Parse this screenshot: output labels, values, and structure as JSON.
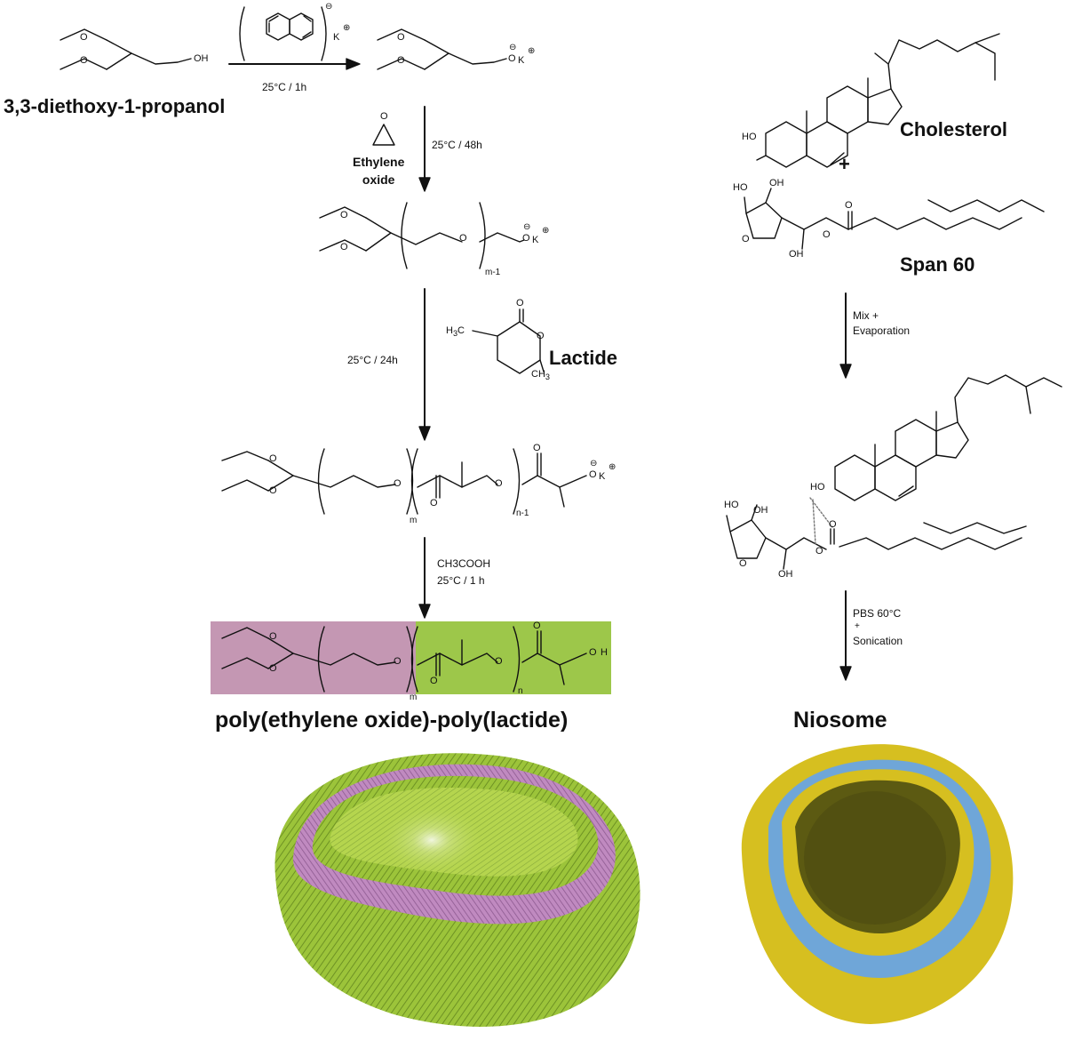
{
  "compounds": {
    "propanol": "3,3-diethoxy-1-propanol",
    "ethylene_oxide": "Ethylene\noxide",
    "lactide": "Lactide",
    "copolymer": "poly(ethylene oxide)-poly(lactide)",
    "cholesterol": "Cholesterol",
    "span60": "Span 60",
    "niosome": "Niosome",
    "plus": "+"
  },
  "conditions": {
    "step1": "25°C / 1h",
    "step2": "25°C / 48h",
    "step3": "25°C / 24h",
    "step4_reagent": "CH3COOH",
    "step4_temp": "25°C / 1 h",
    "mix": "Mix +",
    "evaporation": "Evaporation",
    "pbs": "PBS 60°C",
    "pbs_plus": "+",
    "sonication": "Sonication"
  },
  "atoms": {
    "oh": "OH",
    "o": "O",
    "k": "K",
    "plus": "⊕",
    "minus": "⊖",
    "ho": "HO",
    "h": "H",
    "ch3": "CH",
    "h3c": "H",
    "sub3": "3",
    "c_h3": "C"
  },
  "subscripts": {
    "m_minus_1": "m-1",
    "m": "m",
    "n_minus_1": "n-1",
    "n": "n"
  },
  "colors": {
    "peo_block": "#c497b3",
    "pla_block": "#9dc74a",
    "vesicle_green": "#a4cc3c",
    "vesicle_purple": "#b07ab0",
    "niosome_yellow": "#d9c21a",
    "niosome_blue": "#7fb3e6"
  }
}
